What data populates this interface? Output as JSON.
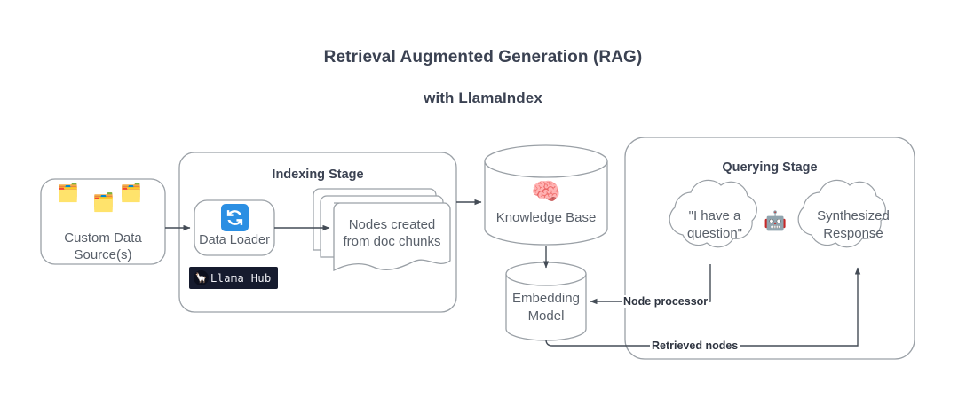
{
  "title": {
    "main": "Retrieval Augmented Generation (RAG)",
    "sub": "with LlamaIndex"
  },
  "colors": {
    "background": "#ffffff",
    "title_text": "#3b4252",
    "node_text": "#585f69",
    "stroke": "#9aa0a6",
    "arrow": "#444c56",
    "loader_accent": "#2b8fe3",
    "badge_background": "#161b2e",
    "badge_text": "#f2f2f7"
  },
  "nodes": {
    "custom_data_source": {
      "label_line1": "Custom Data",
      "label_line2": "Source(s)",
      "icons": [
        "card-index-dividers-icon",
        "card-index-dividers-icon",
        "card-index-dividers-icon"
      ],
      "icon_glyph": "🗂️"
    },
    "indexing_stage": {
      "label": "Indexing Stage"
    },
    "data_loader": {
      "label": "Data Loader",
      "icon": "sync-refresh-icon"
    },
    "llama_hub": {
      "label": "Llama Hub",
      "icon": "llama-icon",
      "icon_glyph": "🦙"
    },
    "nodes_card": {
      "label_line1": "Nodes created",
      "label_line2": "from doc chunks"
    },
    "knowledge_base": {
      "label": "Knowledge Base",
      "icon": "brain-icon",
      "icon_glyph": "🧠"
    },
    "embedding_model": {
      "label_line1": "Embedding",
      "label_line2": "Model"
    },
    "querying_stage": {
      "label": "Querying Stage"
    },
    "question_cloud": {
      "label_line1": "\"I have a",
      "label_line2": "question\""
    },
    "bot": {
      "icon": "robot-icon",
      "icon_glyph": "🤖"
    },
    "response_cloud": {
      "label_line1": "Synthesized",
      "label_line2": "Response"
    }
  },
  "edges": {
    "node_processor": "Node processor",
    "retrieved_nodes": "Retrieved nodes"
  }
}
